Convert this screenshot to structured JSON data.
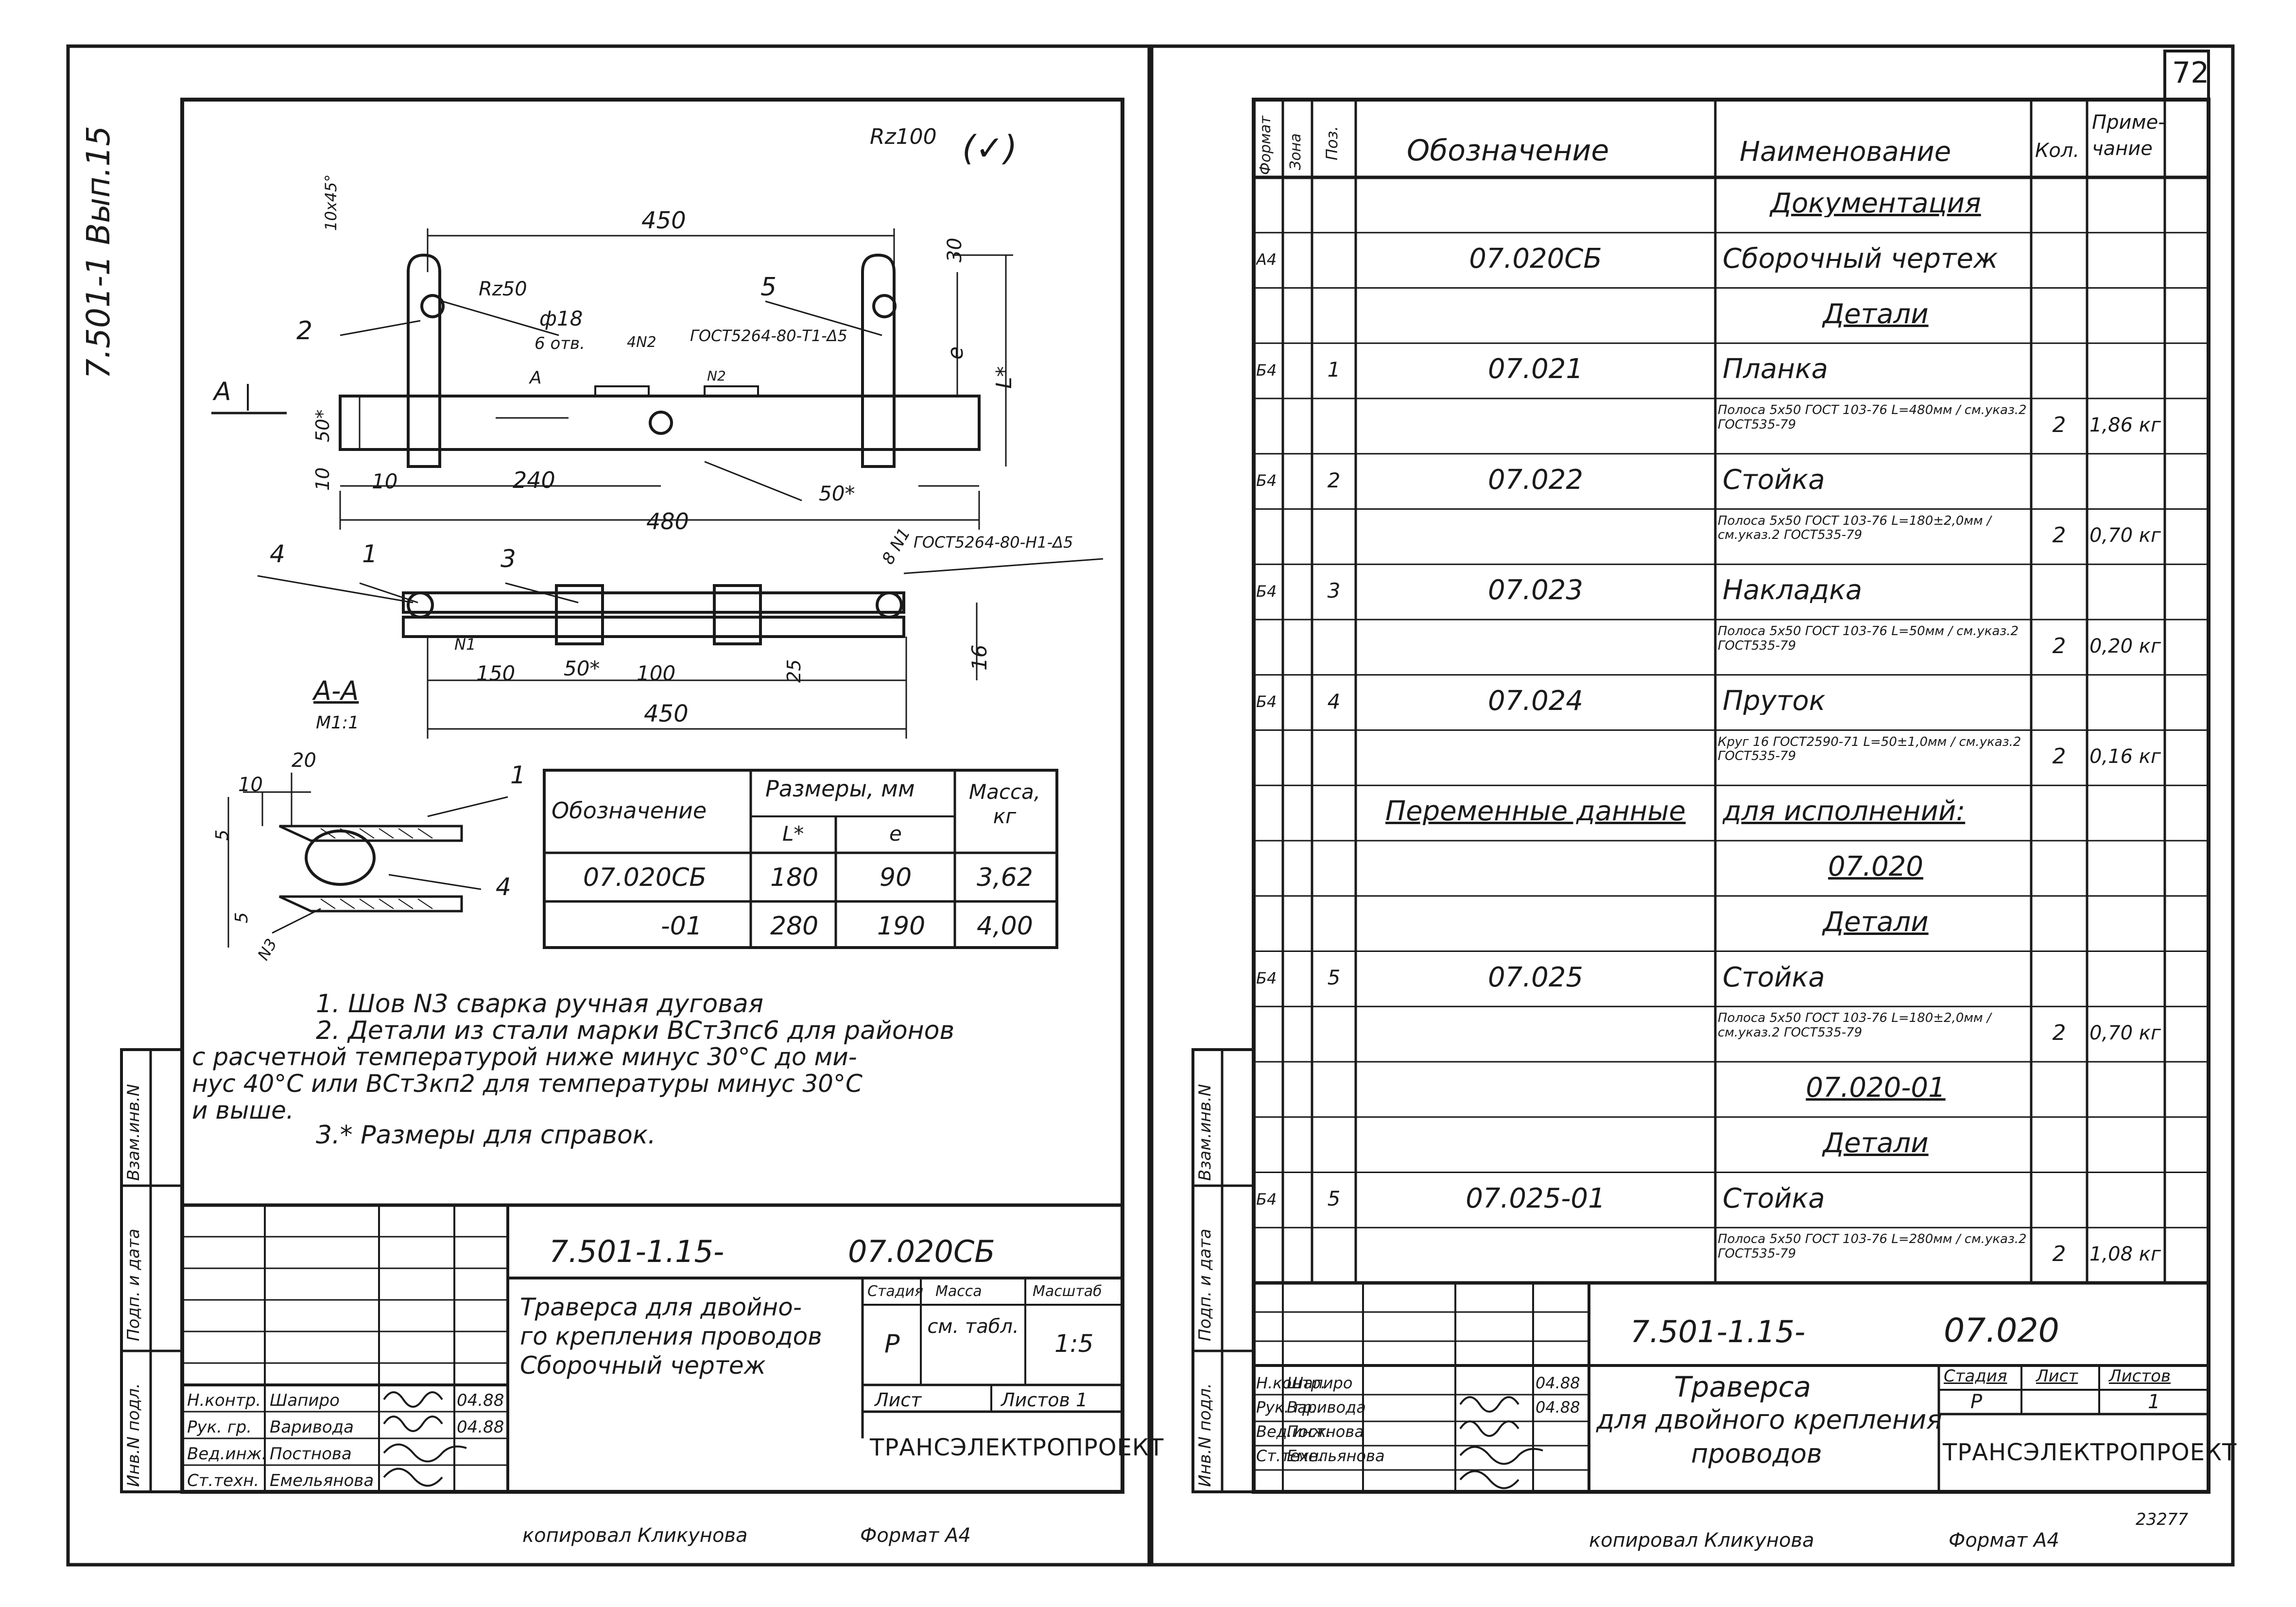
{
  "left_sheet": {
    "side_code": "7.501-1  Вып.15",
    "roughness_main": "Rz100",
    "roughness_rest": "(✓)",
    "dims_top": {
      "d450": "450",
      "chamfer": "10x45°",
      "rz50": "Rz50",
      "hole": "ф18",
      "holes_count": "6 отв.",
      "weld_n2": "4N2",
      "weld_std1": "ГОСТ5264-80-Т1-Δ5",
      "d30": "30",
      "de": "e",
      "dL": "L*",
      "d50s": "50*",
      "d10": "10",
      "d10b": "10",
      "d240": "240",
      "d50s_b": "50*",
      "d480": "480",
      "arrowA": "А",
      "arrowA2": "А",
      "p2": "2",
      "p5": "5",
      "n2": "N2"
    },
    "dims_mid": {
      "weld_std2": "ГОСТ5264-80-Н1-Δ5",
      "n1a": "8 N1",
      "n1b": "N1",
      "p4": "4",
      "p1": "1",
      "p3": "3",
      "d150": "150",
      "d50": "50*",
      "d100": "100",
      "d25": "25",
      "d16": "16",
      "d450": "450"
    },
    "section": {
      "title": "А-А",
      "scale": "М1:1",
      "d10": "10",
      "d20": "20",
      "d5a": "5",
      "d5b": "5",
      "n3": "N3",
      "p1": "1",
      "p4": "4"
    },
    "table": {
      "h_designation": "Обозначение",
      "h_sizes": "Размеры, мм",
      "h_L": "L*",
      "h_e": "e",
      "h_mass": "Масса, кг",
      "rows": [
        {
          "designation": "07.020СБ",
          "L": "180",
          "e": "90",
          "mass": "3,62"
        },
        {
          "designation": "-01",
          "L": "280",
          "e": "190",
          "mass": "4,00"
        }
      ]
    },
    "notes": [
      "1. Шов N3 сварка ручная дуговая",
      "2. Детали из стали марки ВСт3пс6 для районов",
      "с расчетной температурой ниже минус 30°С до ми-",
      "нус 40°С или ВСт3кп2 для температуры минус 30°С",
      "и выше.",
      "3.* Размеры для справок."
    ],
    "side_labels": {
      "a": "Взам.инв.N",
      "b": "Подп. и дата",
      "c": "Инв.N подл."
    },
    "title_block": {
      "code": "7.501-1.15-",
      "number": "07.020СБ",
      "title1": "Траверса для двойно-",
      "title2": "го крепления проводов",
      "title3": "Сборочный чертеж",
      "h_stage": "Стадия",
      "h_mass": "Масса",
      "h_scale": "Масштаб",
      "stage": "Р",
      "mass": "см. табл.",
      "scale": "1:5",
      "sheet": "Лист",
      "sheets": "Листов 1",
      "org": "ТРАНСЭЛЕКТРОПРОЕКТ",
      "staff": [
        {
          "role": "Н.контр.",
          "name": "Шапиро",
          "date": "04.88"
        },
        {
          "role": "Рук. гр.",
          "name": "Варивода",
          "date": "04.88"
        },
        {
          "role": "Вед.инж.",
          "name": "Постнова",
          "date": ""
        },
        {
          "role": "Ст.техн.",
          "name": "Емельянова",
          "date": ""
        }
      ]
    },
    "copied": "копировал Кликунова",
    "format": "Формат А4"
  },
  "right_sheet": {
    "page_number": "72",
    "headers": {
      "format": "Формат",
      "zone": "Зона",
      "pos": "Поз.",
      "designation": "Обозначение",
      "name": "Наименование",
      "qty": "Кол.",
      "note": "Приме-чание"
    },
    "rows": [
      {
        "fmt": "",
        "pos": "",
        "des": "",
        "name": "Документация",
        "qty": "",
        "note": "",
        "center": true
      },
      {
        "fmt": "А4",
        "pos": "",
        "des": "07.020СБ",
        "name": "Сборочный чертеж",
        "qty": "",
        "note": ""
      },
      {
        "fmt": "",
        "pos": "",
        "des": "",
        "name": "Детали",
        "qty": "",
        "note": "",
        "center": true
      },
      {
        "fmt": "Б4",
        "pos": "1",
        "des": "07.021",
        "name": "Планка",
        "qty": "",
        "note": ""
      },
      {
        "fmt": "",
        "pos": "",
        "des": "",
        "name": "Полоса 5х50 ГОСТ 103-76 L=480мм / см.указ.2 ГОСТ535-79",
        "qty": "2",
        "note": "1,86 кг",
        "small": true
      },
      {
        "fmt": "Б4",
        "pos": "2",
        "des": "07.022",
        "name": "Стойка",
        "qty": "",
        "note": ""
      },
      {
        "fmt": "",
        "pos": "",
        "des": "",
        "name": "Полоса 5х50 ГОСТ 103-76 L=180±2,0мм / см.указ.2 ГОСТ535-79",
        "qty": "2",
        "note": "0,70 кг",
        "small": true
      },
      {
        "fmt": "Б4",
        "pos": "3",
        "des": "07.023",
        "name": "Накладка",
        "qty": "",
        "note": ""
      },
      {
        "fmt": "",
        "pos": "",
        "des": "",
        "name": "Полоса 5х50 ГОСТ 103-76 L=50мм / см.указ.2 ГОСТ535-79",
        "qty": "2",
        "note": "0,20 кг",
        "small": true
      },
      {
        "fmt": "Б4",
        "pos": "4",
        "des": "07.024",
        "name": "Пруток",
        "qty": "",
        "note": ""
      },
      {
        "fmt": "",
        "pos": "",
        "des": "",
        "name": "Круг 16 ГОСТ2590-71 L=50±1,0мм / см.указ.2 ГОСТ535-79",
        "qty": "2",
        "note": "0,16 кг",
        "small": true
      },
      {
        "fmt": "",
        "pos": "",
        "des": "Переменные данные",
        "name": "для исполнений:",
        "qty": "",
        "note": "",
        "underline": true
      },
      {
        "fmt": "",
        "pos": "",
        "des": "",
        "name": "07.020",
        "qty": "",
        "note": "",
        "center": true
      },
      {
        "fmt": "",
        "pos": "",
        "des": "",
        "name": "Детали",
        "qty": "",
        "note": "",
        "center": true
      },
      {
        "fmt": "Б4",
        "pos": "5",
        "des": "07.025",
        "name": "Стойка",
        "qty": "",
        "note": ""
      },
      {
        "fmt": "",
        "pos": "",
        "des": "",
        "name": "Полоса 5х50 ГОСТ 103-76 L=180±2,0мм / см.указ.2 ГОСТ535-79",
        "qty": "2",
        "note": "0,70 кг",
        "small": true
      },
      {
        "fmt": "",
        "pos": "",
        "des": "",
        "name": "07.020-01",
        "qty": "",
        "note": "",
        "center": true
      },
      {
        "fmt": "",
        "pos": "",
        "des": "",
        "name": "Детали",
        "qty": "",
        "note": "",
        "center": true
      },
      {
        "fmt": "Б4",
        "pos": "5",
        "des": "07.025-01",
        "name": "Стойка",
        "qty": "",
        "note": ""
      },
      {
        "fmt": "",
        "pos": "",
        "des": "",
        "name": "Полоса 5х50 ГОСТ 103-76 L=280мм / см.указ.2 ГОСТ535-79",
        "qty": "2",
        "note": "1,08 кг",
        "small": true
      }
    ],
    "side_labels": {
      "a": "Взам.инв.N",
      "b": "Подп. и дата",
      "c": "Инв.N подл."
    },
    "title_block": {
      "code": "7.501-1.15-",
      "number": "07.020",
      "title1": "Траверса",
      "title2": "для двойного крепления",
      "title3": "проводов",
      "h_stage": "Стадия",
      "h_sheet": "Лист",
      "h_sheets": "Листов",
      "stage": "Р",
      "sheets": "1",
      "org": "ТРАНСЭЛЕКТРОПРОЕКТ",
      "staff": [
        {
          "role": "Н.контр.",
          "name": "Шапиро",
          "date": "04.88"
        },
        {
          "role": "Рук. гр.",
          "name": "Варивода",
          "date": "04.88"
        },
        {
          "role": "Вед.инж.",
          "name": "Постнова",
          "date": ""
        },
        {
          "role": "Ст.техн.",
          "name": "Емельянова",
          "date": ""
        }
      ]
    },
    "inventory_number": "23277",
    "copied": "копировал Кликунова",
    "format": "Формат А4"
  }
}
